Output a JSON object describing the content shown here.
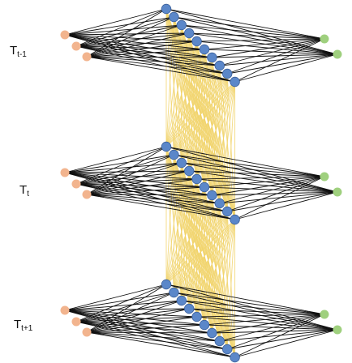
{
  "layers": [
    {
      "id": "t-minus",
      "base": "T",
      "subscript": "t-1"
    },
    {
      "id": "t",
      "base": "T",
      "subscript": "t"
    },
    {
      "id": "t-plus",
      "base": "T",
      "subscript": "t+1"
    }
  ],
  "colors": {
    "input_node": "#f2b48e",
    "hidden_node": "#5b87c9",
    "hidden_node_stroke": "#3a5f99",
    "output_node": "#9fd07e",
    "edge": "#111111",
    "recurrent_edge": "#f1d46b"
  }
}
